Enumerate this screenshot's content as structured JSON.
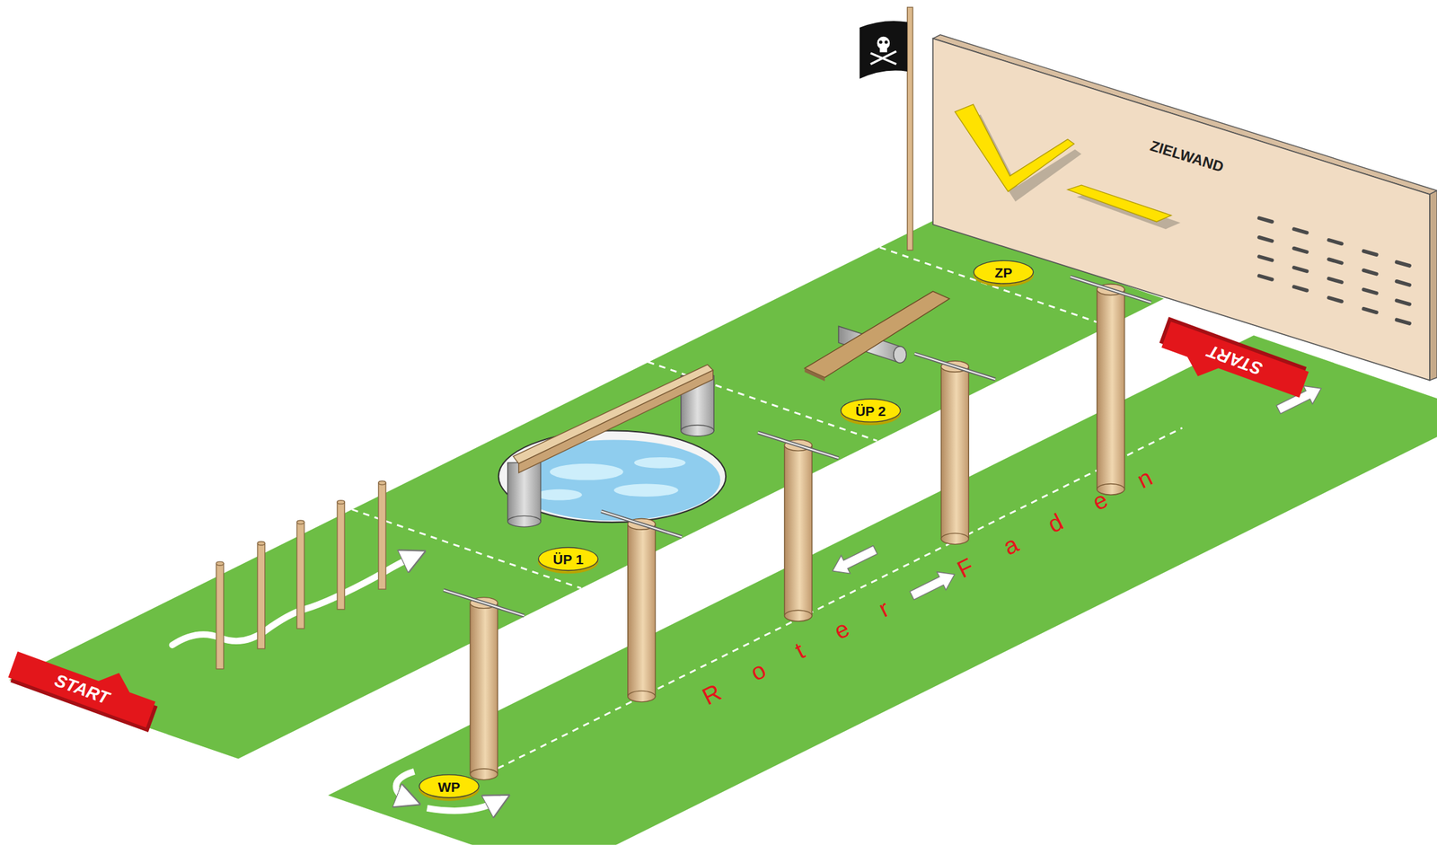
{
  "diagram": {
    "nodes": [
      {
        "text": [
          "ZIELWAND"
        ]
      },
      {
        "text": [
          "ZP"
        ]
      },
      {
        "text": [
          "START"
        ]
      },
      {
        "text": [
          "ÜP 2"
        ]
      },
      {
        "text": [
          "ÜP 1"
        ]
      },
      {
        "text": [
          "START"
        ]
      },
      {
        "text": [
          "WP"
        ]
      }
    ],
    "labels": [
      "Roter Faden"
    ]
  }
}
